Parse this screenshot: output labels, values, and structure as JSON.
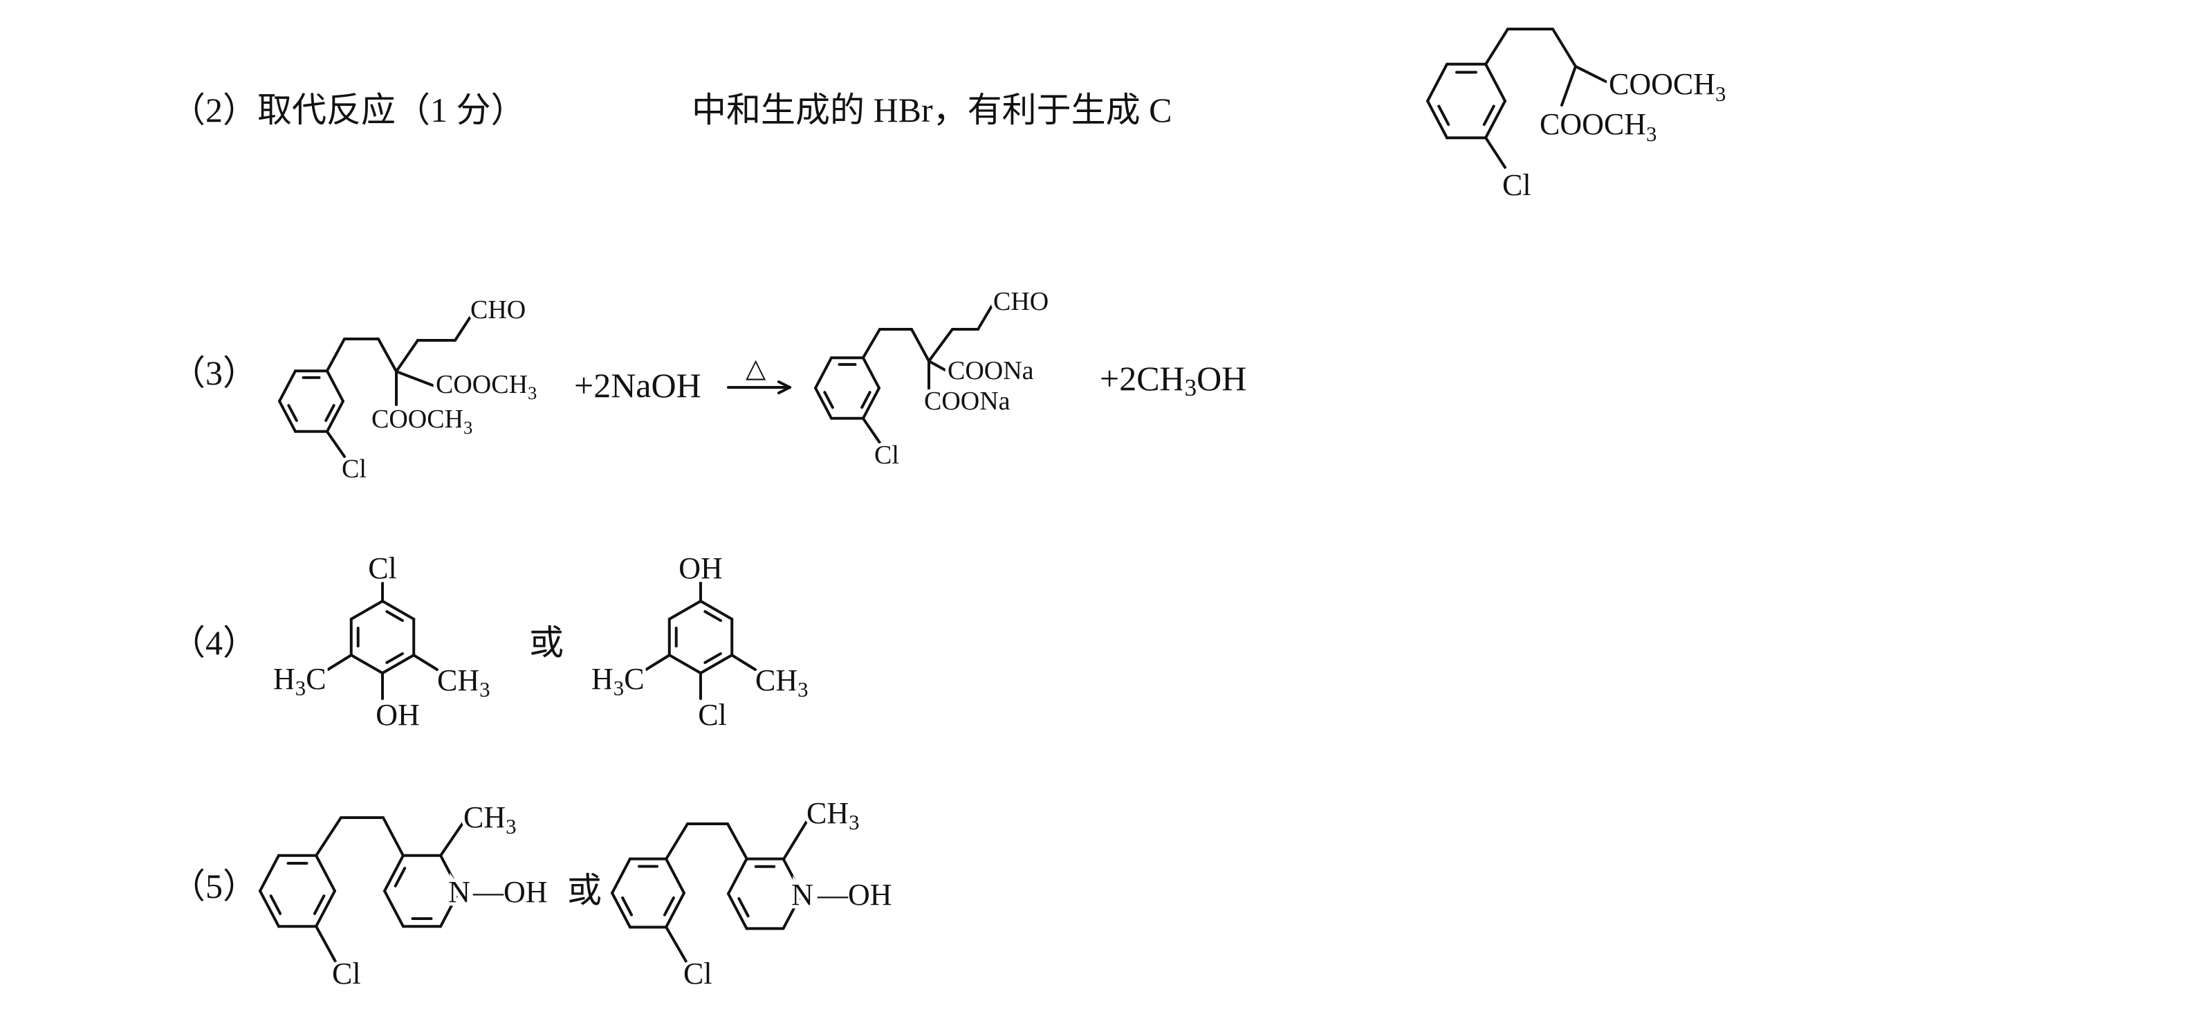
{
  "q2": {
    "label": "（2）取代反应（1 分）",
    "note": "中和生成的 HBr，有利于生成 C",
    "mol": {
      "ester_a": [
        "COOCH",
        "3"
      ],
      "ester_b": [
        "COOCH",
        "3"
      ],
      "cl": "Cl"
    }
  },
  "q3": {
    "label": "（3）",
    "reactant": {
      "cho": "CHO",
      "ester_a": [
        "COOCH",
        "3"
      ],
      "ester_b": [
        "COOCH",
        "3"
      ],
      "cl": "Cl"
    },
    "reagent": "+2NaOH",
    "condition": "△",
    "product": {
      "cho": "CHO",
      "salt_a": "COONa",
      "salt_b": "COONa",
      "cl": "Cl"
    },
    "byproduct": [
      "+2CH",
      "3",
      "OH"
    ]
  },
  "q4": {
    "label": "（4）",
    "or": "或",
    "mol_a": {
      "top": "Cl",
      "bottom": "OH",
      "left": [
        "H",
        "3",
        "C"
      ],
      "right": [
        "CH",
        "3"
      ]
    },
    "mol_b": {
      "top": "OH",
      "bottom": "Cl",
      "left": [
        "H",
        "3",
        "C"
      ],
      "right": [
        "CH",
        "3"
      ]
    }
  },
  "q5": {
    "label": "（5）",
    "or": "或",
    "mol_a": {
      "methyl": [
        "CH",
        "3"
      ],
      "n": "N",
      "oh": "—OH",
      "cl": "Cl"
    },
    "mol_b": {
      "methyl": [
        "CH",
        "3"
      ],
      "n": "N",
      "oh": "—OH",
      "cl": "Cl"
    }
  }
}
